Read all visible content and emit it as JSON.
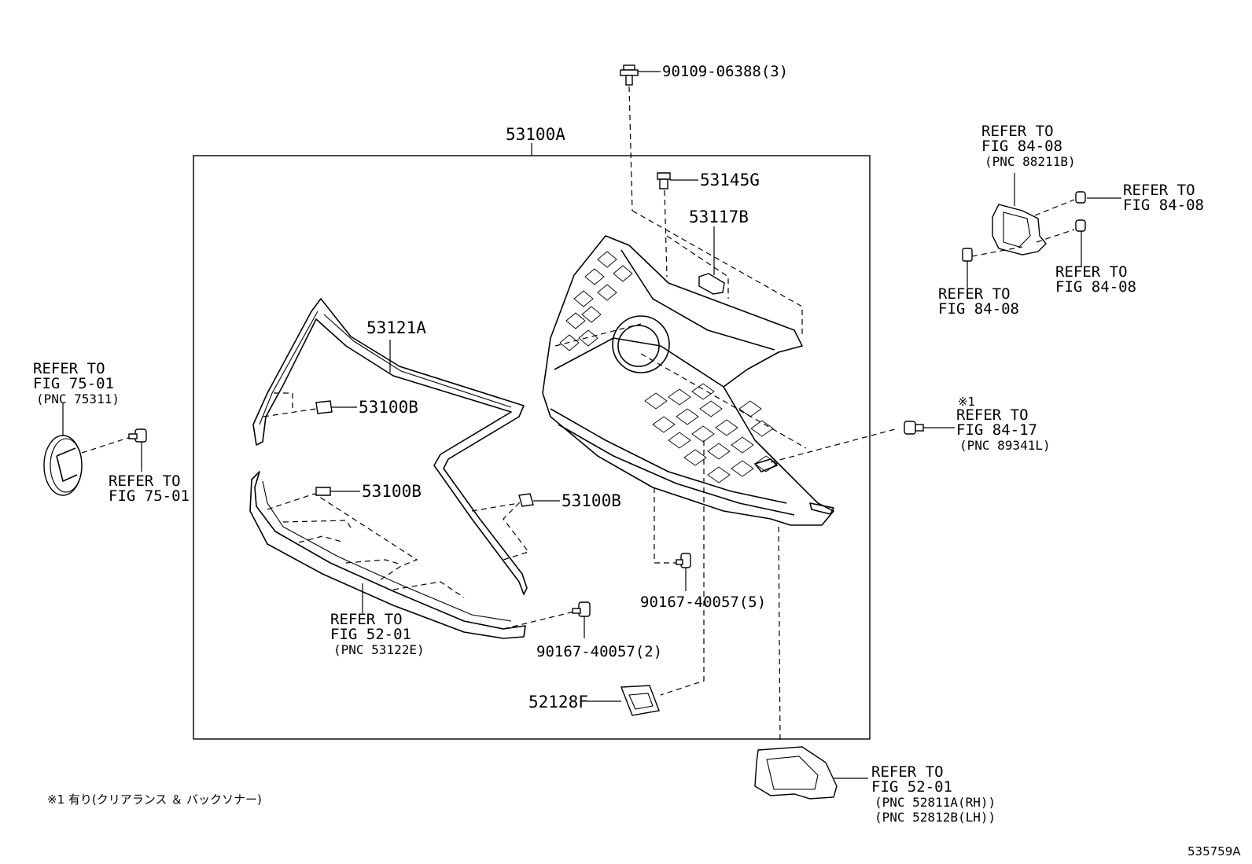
{
  "labels": {
    "bolt_top": "90109-06388(3)",
    "frame_assy": "53100A",
    "clip_53145g": "53145G",
    "bracket_53117b": "53117B",
    "molding_53121a": "53121A",
    "clip_53100b_1": "53100B",
    "clip_53100b_2": "53100B",
    "clip_53100b_3": "53100B",
    "screw_right": "90167-40057(5)",
    "screw_left": "90167-40057(2)",
    "cover_52128f": "52128F",
    "diagram_number": "535759A"
  },
  "refs": {
    "emblem": [
      "REFER TO",
      "FIG 75-01",
      "(PNC 75311)"
    ],
    "emblem_screw": [
      "REFER TO",
      "FIG 75-01"
    ],
    "lower_molding": [
      "REFER TO",
      "FIG 52-01",
      "(PNC 53122E)"
    ],
    "sensor_top": [
      "REFER TO",
      "FIG 84-08",
      "(PNC 88211B)"
    ],
    "sensor_bolt_1": [
      "REFER TO",
      "FIG 84-08"
    ],
    "sensor_bolt_2": [
      "REFER TO",
      "FIG 84-08"
    ],
    "sensor_nut": [
      "REFER TO",
      "FIG 84-08"
    ],
    "sonar": [
      "※1",
      "REFER TO",
      "FIG 84-17",
      "(PNC 89341L)"
    ],
    "bumper_bracket": [
      "REFER TO",
      "FIG 52-01",
      "(PNC 52811A(RH))",
      "(PNC 52812B(LH))"
    ]
  },
  "footnote": "※1 有り(クリアランス ＆ バックソナー)"
}
